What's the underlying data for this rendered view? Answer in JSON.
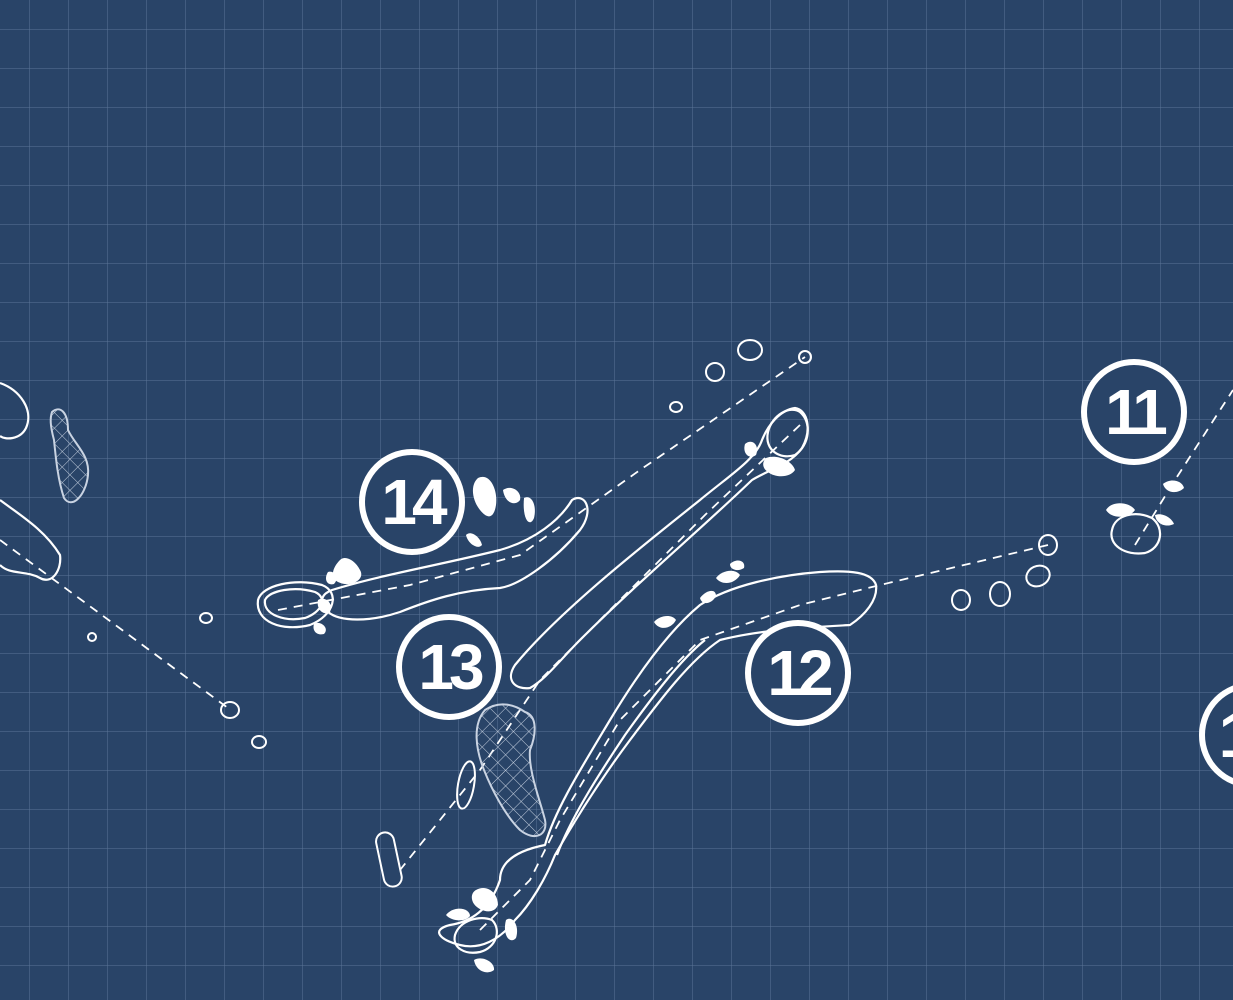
{
  "colors": {
    "background": "#294468",
    "grid_line": "#5c7597",
    "line": "#ffffff",
    "water_fill": "#3d587c"
  },
  "holes": [
    {
      "number": "11"
    },
    {
      "number": "12"
    },
    {
      "number": "13"
    },
    {
      "number": "14"
    },
    {
      "number": "1"
    }
  ]
}
